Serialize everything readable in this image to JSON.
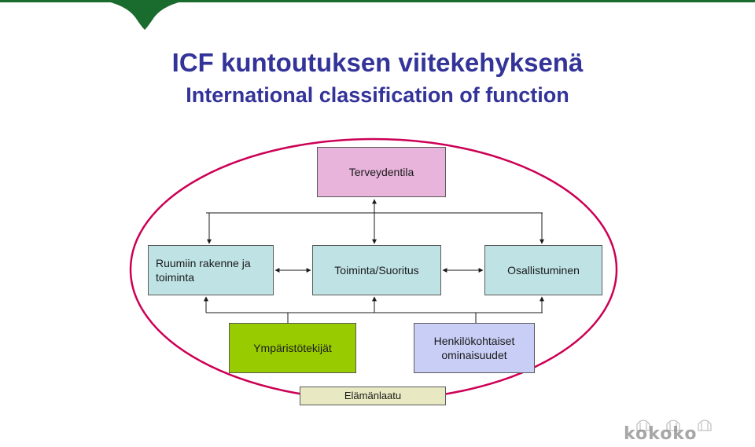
{
  "title": "ICF kuntoutuksen viitekehyksenä",
  "subtitle": "International classification of function",
  "boxes": {
    "terveydentila": "Terveydentila",
    "ruumiin_rakenne": "Ruumiin rakenne ja toiminta",
    "toiminta": "Toiminta/Suoritus",
    "osallistuminen": "Osallistuminen",
    "ymparisto": "Ympäristötekijät",
    "henkilo": "Henkilökohtaiset ominaisuudet",
    "elamanlaatu": "Elämänlaatu"
  },
  "logo": {
    "text": "kokoko"
  },
  "colors": {
    "title": "#333399",
    "ellipse": "#cc0055",
    "top_band": "#1a6b2e",
    "terveydentila": "#e8b4dc",
    "component": "#bfe3e5",
    "ymparisto": "#99cc00",
    "henkilo": "#c8cef5",
    "elamanlaatu": "#e8e8c2"
  }
}
